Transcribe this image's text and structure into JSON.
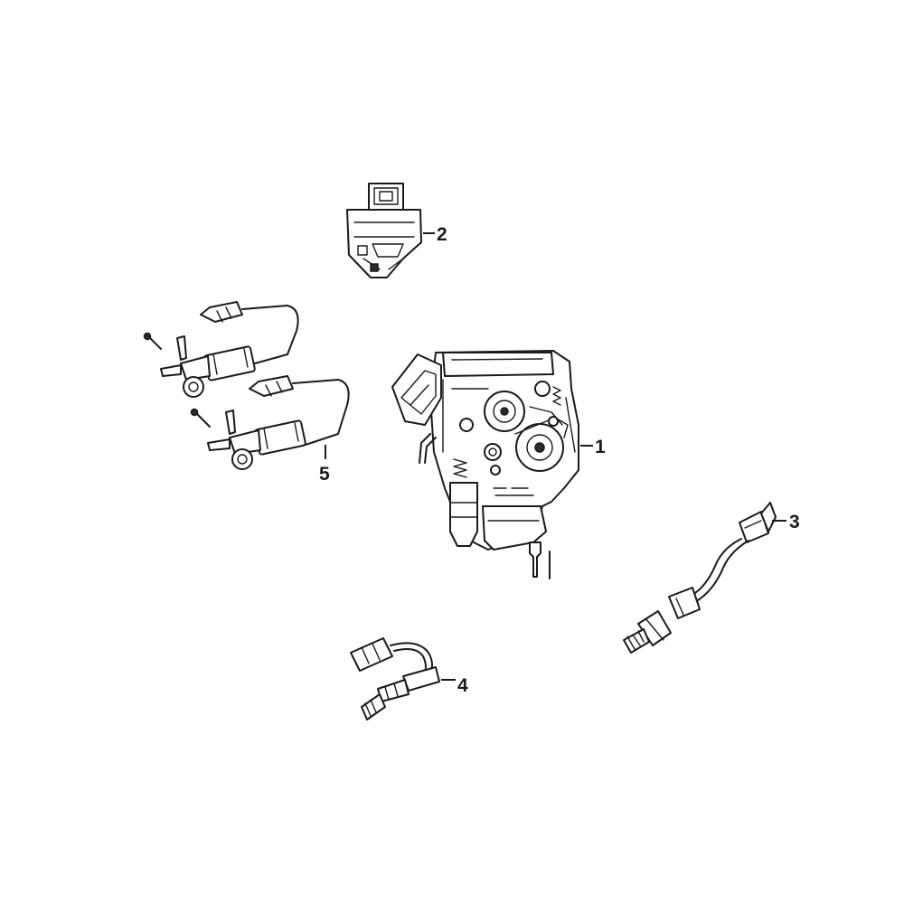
{
  "callouts": {
    "c1": "1",
    "c2": "2",
    "c3": "3",
    "c4": "4",
    "c5": "5"
  },
  "parts": [
    {
      "callout": "1",
      "icon": "throttle-body-assembly-icon"
    },
    {
      "callout": "2",
      "icon": "relay-icon"
    },
    {
      "callout": "3",
      "icon": "temperature-sensor-icon"
    },
    {
      "callout": "4",
      "icon": "oxygen-sensor-icon"
    },
    {
      "callout": "5",
      "icon": "fuel-injector-icon"
    }
  ],
  "colors": {
    "line": "#1a1a1a",
    "background": "#ffffff"
  }
}
